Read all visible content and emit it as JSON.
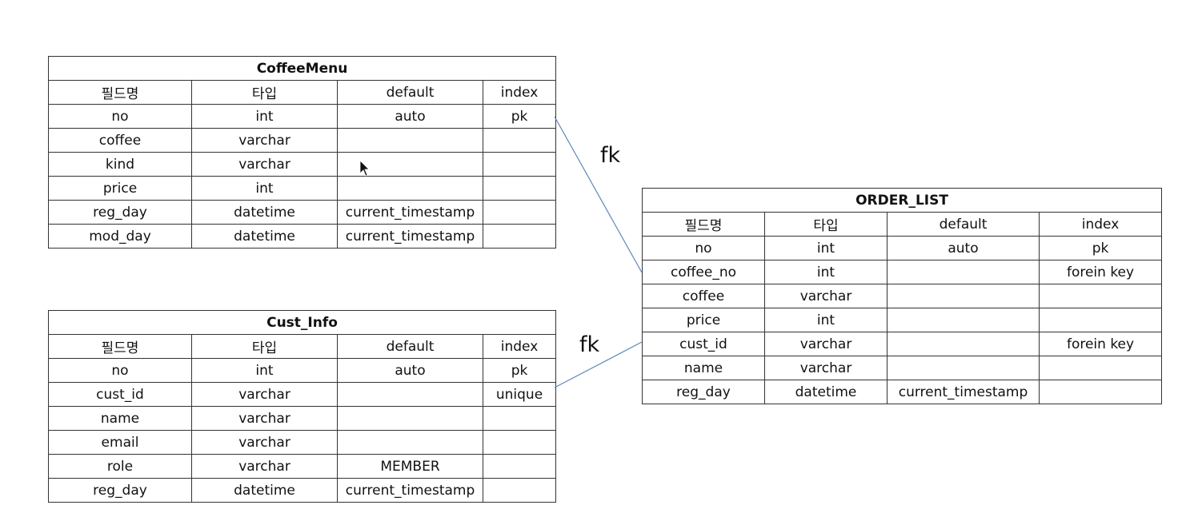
{
  "coffee_menu": {
    "title": "CoffeeMenu",
    "headers": [
      "필드명",
      "타입",
      "default",
      "index"
    ],
    "rows": [
      [
        "no",
        "int",
        "auto",
        "pk"
      ],
      [
        "coffee",
        "varchar",
        "",
        ""
      ],
      [
        "kind",
        "varchar",
        "",
        ""
      ],
      [
        "price",
        "int",
        "",
        ""
      ],
      [
        "reg_day",
        "datetime",
        "current_timestamp",
        ""
      ],
      [
        "mod_day",
        "datetime",
        "current_timestamp",
        ""
      ]
    ]
  },
  "cust_info": {
    "title": "Cust_Info",
    "headers": [
      "필드명",
      "타입",
      "default",
      "index"
    ],
    "rows": [
      [
        "no",
        "int",
        "auto",
        "pk"
      ],
      [
        "cust_id",
        "varchar",
        "",
        "unique"
      ],
      [
        "name",
        "varchar",
        "",
        ""
      ],
      [
        "email",
        "varchar",
        "",
        ""
      ],
      [
        "role",
        "varchar",
        "MEMBER",
        ""
      ],
      [
        "reg_day",
        "datetime",
        "current_timestamp",
        ""
      ]
    ]
  },
  "order_list": {
    "title": "ORDER_LIST",
    "headers": [
      "필드명",
      "타입",
      "default",
      "index"
    ],
    "rows": [
      [
        "no",
        "int",
        "auto",
        "pk"
      ],
      [
        "coffee_no",
        "int",
        "",
        "forein key"
      ],
      [
        "coffee",
        "varchar",
        "",
        ""
      ],
      [
        "price",
        "int",
        "",
        ""
      ],
      [
        "cust_id",
        "varchar",
        "",
        "forein key"
      ],
      [
        "name",
        "varchar",
        "",
        ""
      ],
      [
        "reg_day",
        "datetime",
        "current_timestamp",
        ""
      ]
    ]
  },
  "links": [
    {
      "label": "fk",
      "from": "coffee_menu.no",
      "to": "order_list.coffee_no"
    },
    {
      "label": "fk",
      "from": "cust_info.cust_id",
      "to": "order_list.cust_id"
    }
  ],
  "colors": {
    "link_line": "#5b86b8",
    "border": "#333333"
  },
  "icons": {
    "cursor": "mouse-pointer-icon"
  }
}
